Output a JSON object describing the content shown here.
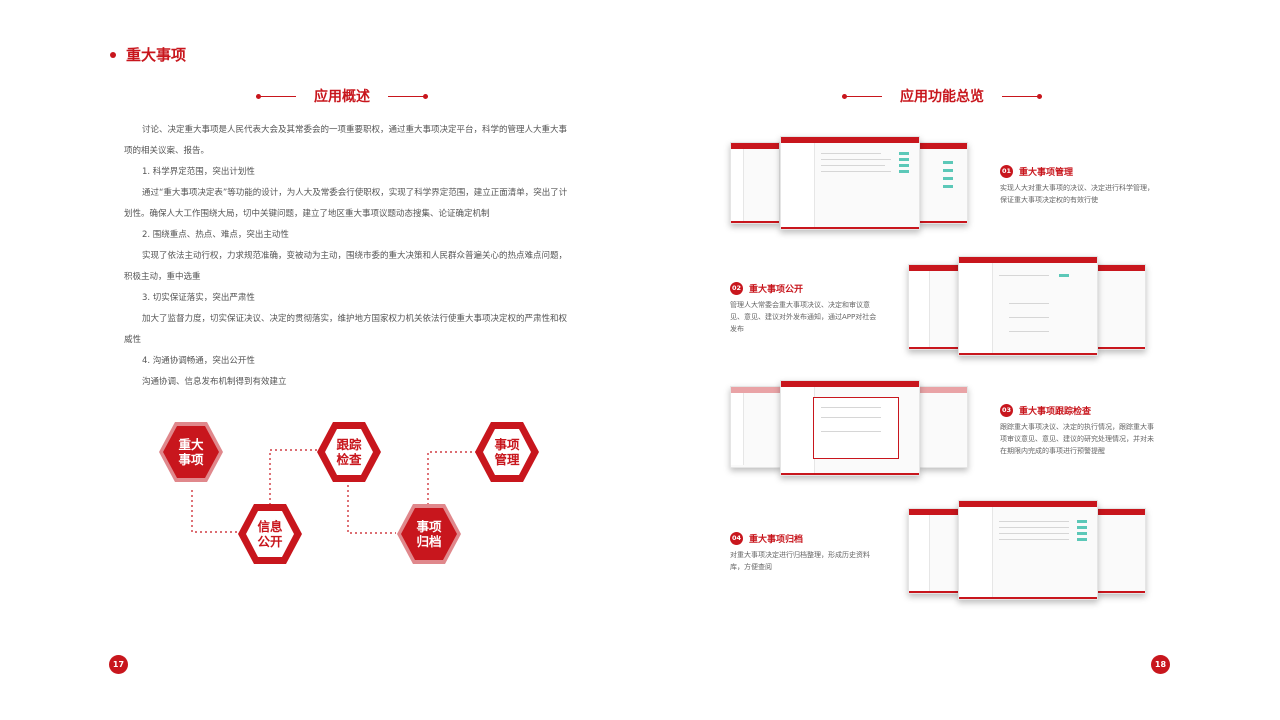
{
  "header": {
    "title": "重大事项"
  },
  "left": {
    "section_title": "应用概述",
    "paragraphs": [
      "讨论、决定重大事项是人民代表大会及其常委会的一项重要职权，通过重大事项决定平台，科学的管理人大重大事项的相关议案、报告。",
      "1.  科学界定范围，突出计划性",
      "通过“重大事项决定表”等功能的设计，为人大及常委会行使职权，实现了科学界定范围，建立正面清单，突出了计划性。确保人大工作围绕大局，切中关键问题，建立了地区重大事项议题动态搜集、论证确定机制",
      "2.  围绕重点、热点、难点，突出主动性",
      "实现了依法主动行权，力求规范准确，变被动为主动，围绕市委的重大决策和人民群众普遍关心的热点难点问题，积极主动，重中选重",
      "3.  切实保证落实，突出严肃性",
      "加大了监督力度，切实保证决议、决定的贯彻落实，维护地方国家权力机关依法行使重大事项决定权的严肃性和权威性",
      "4.  沟通协调畅通，突出公开性",
      "沟通协调、信息发布机制得到有效建立"
    ],
    "flow": [
      {
        "line1": "重大",
        "line2": "事项"
      },
      {
        "line1": "信息",
        "line2": "公开"
      },
      {
        "line1": "跟踪",
        "line2": "检查"
      },
      {
        "line1": "事项",
        "line2": "归档"
      },
      {
        "line1": "事项",
        "line2": "管理"
      }
    ]
  },
  "right": {
    "section_title": "应用功能总览",
    "features": [
      {
        "num": "01",
        "title": "重大事项管理",
        "desc": "实现人大对重大事项的决议、决定进行科学管理，保证重大事项决定权的有效行使"
      },
      {
        "num": "02",
        "title": "重大事项公开",
        "desc": "管理人大常委会重大事项决议、决定和审议意见、意见、建议对外发布通知，通过APP对社会发布"
      },
      {
        "num": "03",
        "title": "重大事项跟踪检查",
        "desc": "跟踪重大事项决议、决定的执行情况，跟踪重大事项审议意见、意见、建议的研究处理情况，并对未在期限内完成的事项进行预警提醒"
      },
      {
        "num": "04",
        "title": "重大事项归档",
        "desc": "对重大事项决定进行归档整理，形成历史资料库，方便查阅"
      }
    ]
  },
  "footer": {
    "page_left": "17",
    "page_right": "18"
  },
  "colors": {
    "accent": "#c8161d",
    "accent_dark": "#a51219",
    "teal": "#5cc8b8"
  }
}
